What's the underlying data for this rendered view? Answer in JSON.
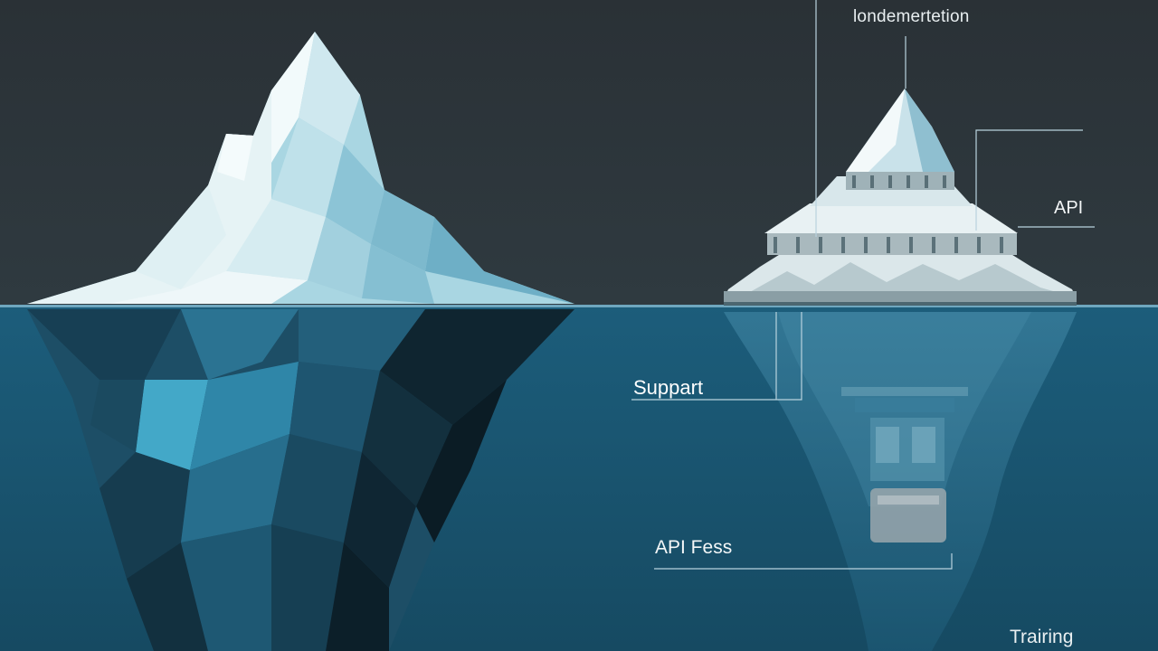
{
  "labels": {
    "top": "londemertetion",
    "api": "API",
    "support": "Suppart",
    "api_fees": "API Fess",
    "training": "Trairing"
  },
  "colors": {
    "sky": "#2b3338",
    "water": "#1e5671",
    "waterline": "#6fa7bf",
    "ice_light": "#e4f2f4",
    "ice_mid": "#9fd0dd",
    "ice_dark": "#5fa3bd",
    "underwater_dark": "#0f2530",
    "underwater_mid": "#2a6e8c",
    "underwater_cyan": "#43a8c8",
    "label_line": "#b9d3de"
  }
}
